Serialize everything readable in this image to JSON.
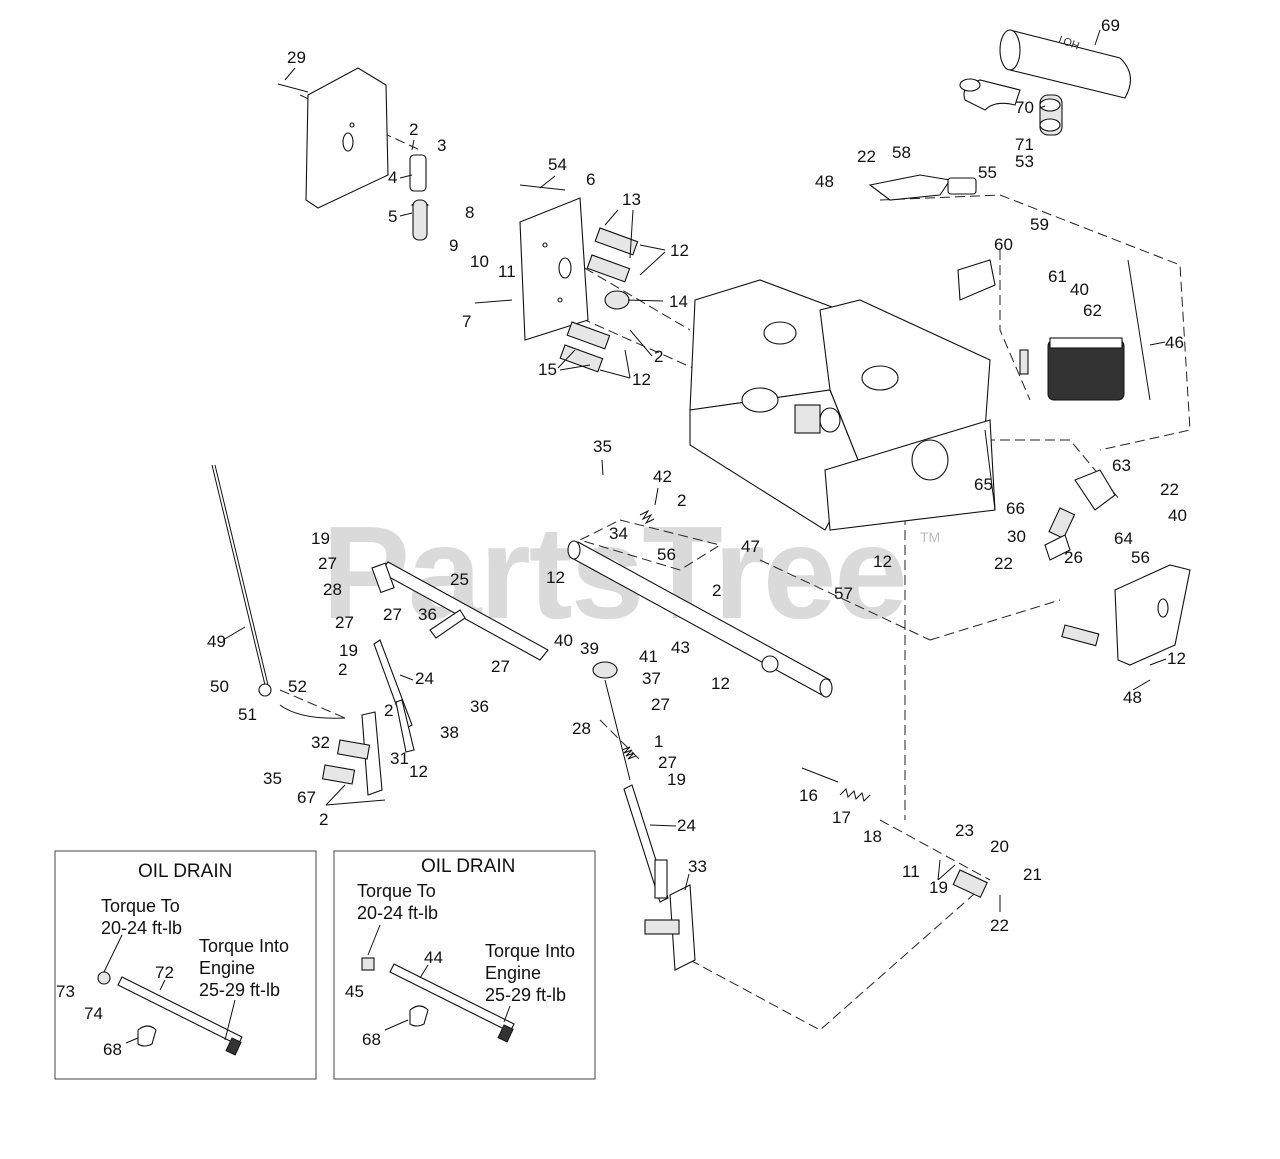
{
  "watermark": {
    "brand": "PartsTree",
    "trademark": "TM"
  },
  "insets": [
    {
      "title": "OIL DRAIN",
      "torque_to": "Torque To",
      "torque_to_value": "20-24 ft-lb",
      "torque_into_1": "Torque Into",
      "torque_into_2": "Engine",
      "torque_into_value": "25-29 ft-lb",
      "callouts": [
        "73",
        "74",
        "72",
        "68"
      ]
    },
    {
      "title": "OIL DRAIN",
      "torque_to": "Torque To",
      "torque_to_value": "20-24 ft-lb",
      "torque_into_1": "Torque Into",
      "torque_into_2": "Engine",
      "torque_into_value": "25-29 ft-lb",
      "callouts": [
        "45",
        "44",
        "68"
      ]
    }
  ],
  "callouts": [
    "29",
    "2",
    "3",
    "4",
    "5",
    "54",
    "6",
    "13",
    "8",
    "9",
    "10",
    "11",
    "12",
    "14",
    "7",
    "15",
    "2",
    "12",
    "69",
    "70",
    "71",
    "53",
    "22",
    "58",
    "48",
    "55",
    "59",
    "60",
    "61",
    "40",
    "62",
    "46",
    "35",
    "42",
    "2",
    "34",
    "56",
    "47",
    "65",
    "63",
    "22",
    "66",
    "40",
    "26",
    "30",
    "64",
    "22",
    "56",
    "19",
    "27",
    "28",
    "25",
    "12",
    "2",
    "57",
    "12",
    "27",
    "36",
    "43",
    "49",
    "27",
    "19",
    "24",
    "40",
    "39",
    "41",
    "37",
    "12",
    "50",
    "52",
    "51",
    "2",
    "27",
    "36",
    "27",
    "28",
    "2",
    "32",
    "38",
    "35",
    "67",
    "31",
    "12",
    "2",
    "1",
    "27",
    "19",
    "24",
    "16",
    "17",
    "18",
    "23",
    "20",
    "11",
    "19",
    "21",
    "22",
    "33",
    "12",
    "48"
  ]
}
